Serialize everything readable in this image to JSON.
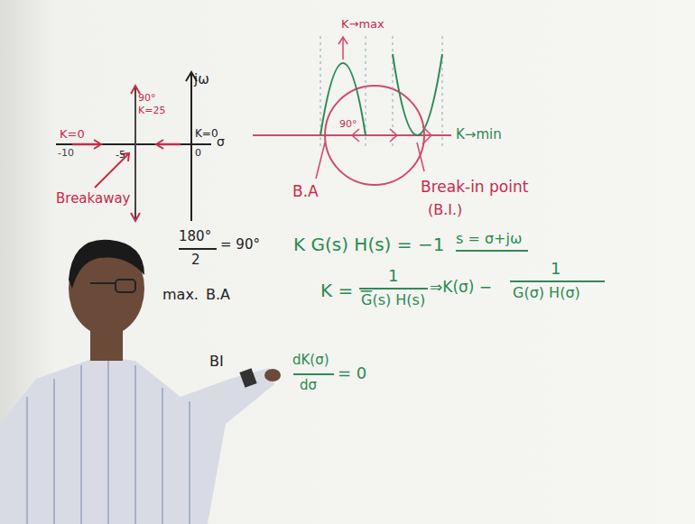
{
  "diagram": {
    "labels": [
      "jω",
      "90°",
      "K=25",
      "K=0",
      "-10",
      "K=0",
      "0",
      "σ",
      "-5",
      "Breakaway",
      "K→max",
      "90°",
      "K→min",
      "B.A",
      "Break-in point",
      "(B.I.)",
      "s = σ+jω",
      "180°",
      "2",
      "= 90°",
      "max.",
      "B.A",
      "BI",
      "K G(s) H(s) = −1",
      "K = −",
      "1",
      "G(s) H(s)",
      "⇒K(σ) −",
      "1",
      "G(σ) H(σ)",
      "dK(σ)",
      "dσ",
      "= 0"
    ]
  }
}
